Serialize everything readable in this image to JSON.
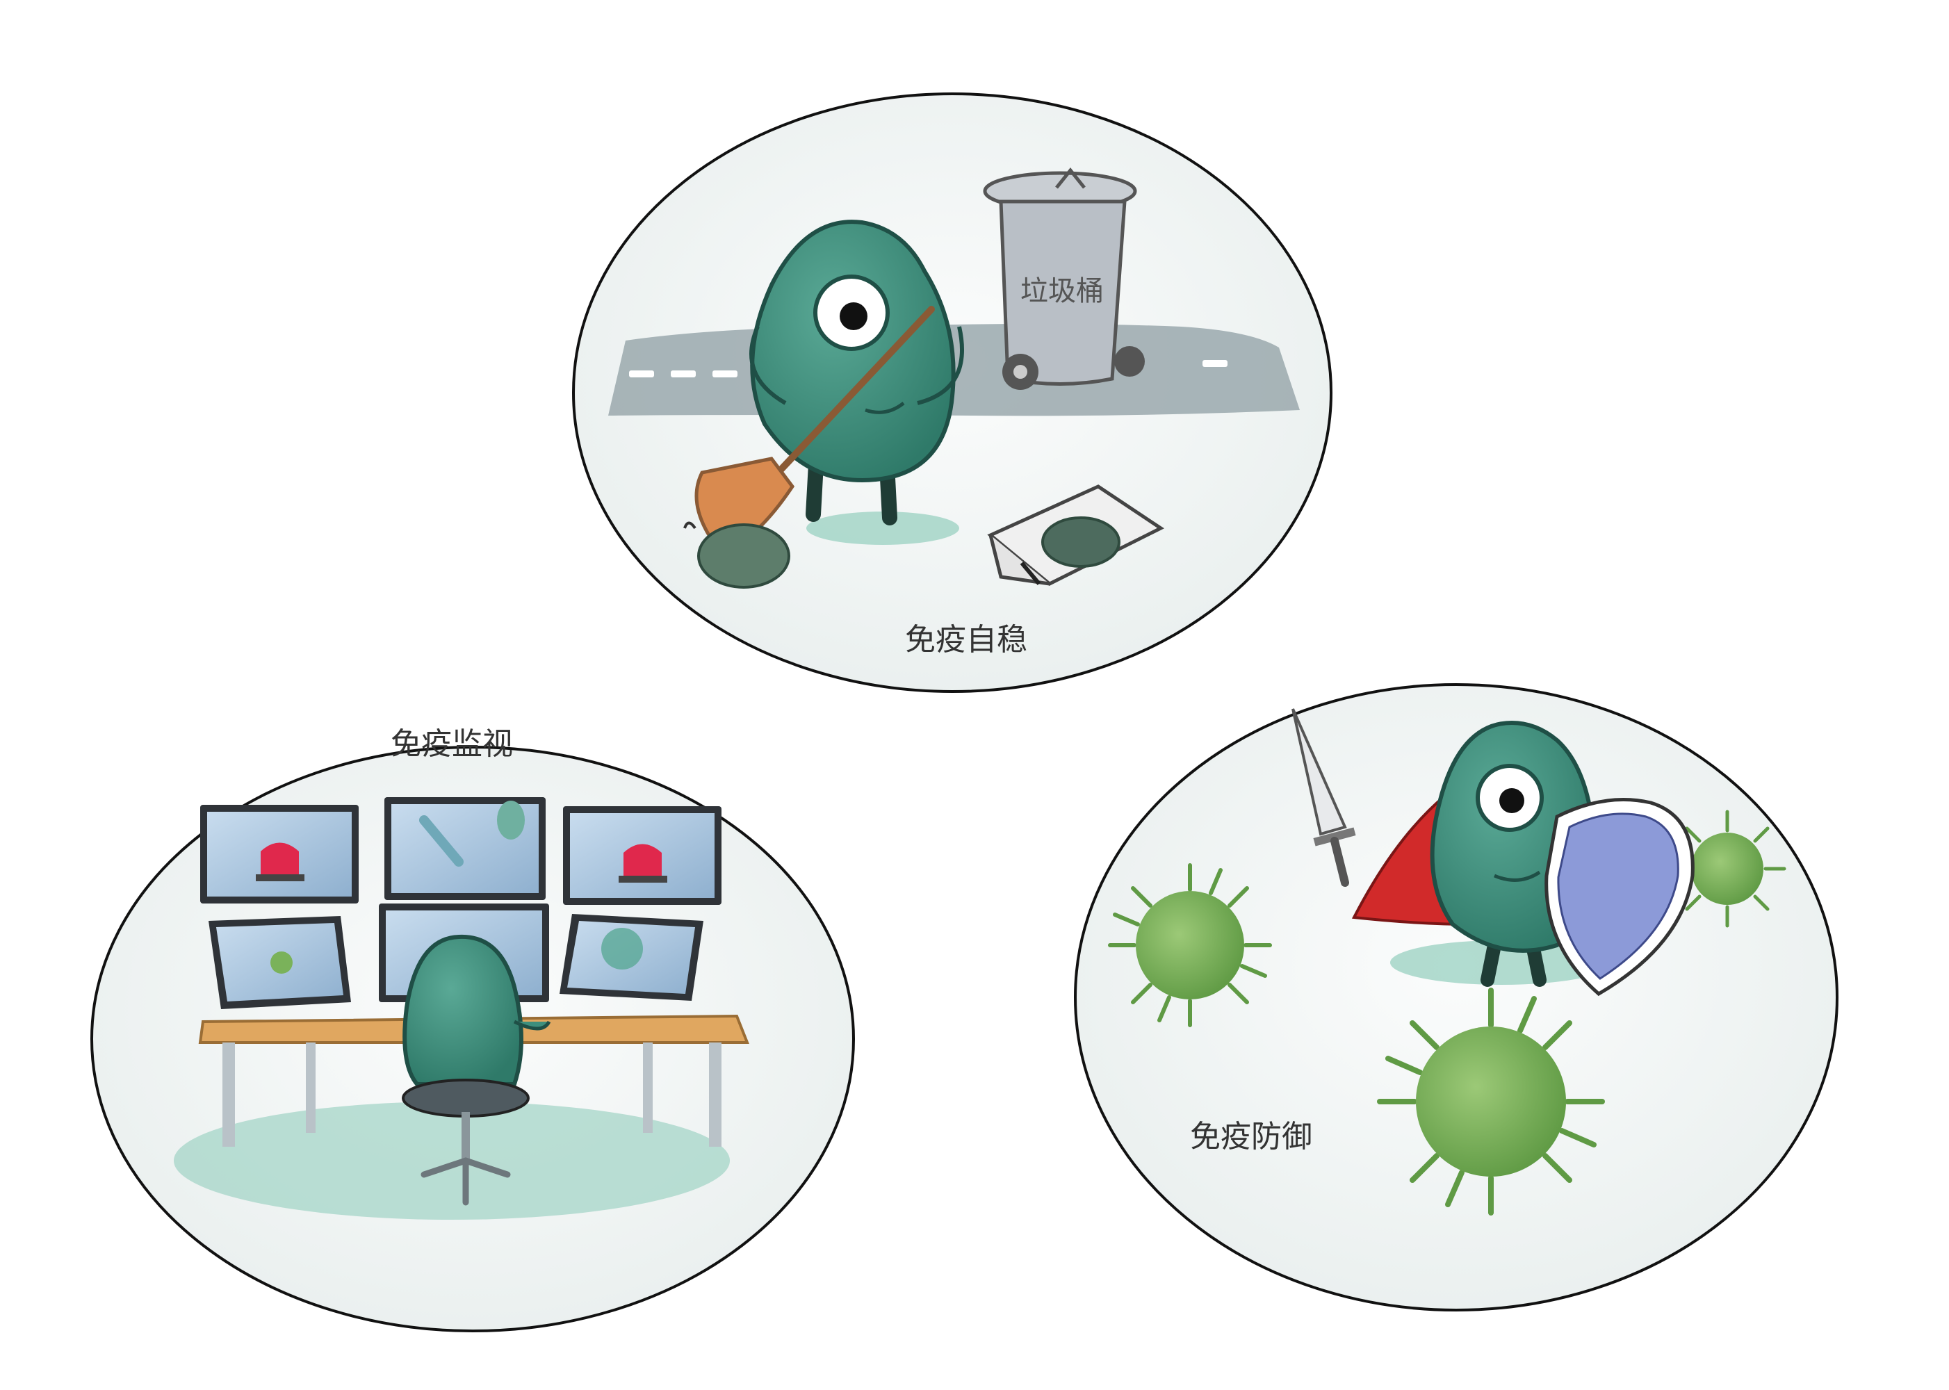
{
  "panels": {
    "homeostasis": {
      "caption": "免疫自稳",
      "bin_label": "垃圾桶"
    },
    "surveillance": {
      "caption": "免疫监视"
    },
    "defense": {
      "caption": "免疫防御"
    }
  },
  "colors": {
    "cell_body": "#3e8f7d",
    "cell_outline": "#1f4f46",
    "cell_shadow": "#9fd3c4",
    "virus": "#7ab25a",
    "virus_dark": "#4c8438",
    "bin": "#b9bfc6",
    "road": "#9aa8ad",
    "monitor_screen": "#a9c4de",
    "alarm": "#e0284c",
    "desk": "#e0a760",
    "shield": "#8c9ad8",
    "cape": "#d12a2a",
    "broom": "#d98a4f",
    "ellipse_fill": "#f3f6f5",
    "ellipse_stroke": "#111111"
  },
  "icons": [
    "broom-icon",
    "trash-bin-icon",
    "dustpan-icon",
    "monitor-icon",
    "alarm-light-icon",
    "office-chair-icon",
    "sword-icon",
    "shield-icon",
    "virus-icon"
  ]
}
